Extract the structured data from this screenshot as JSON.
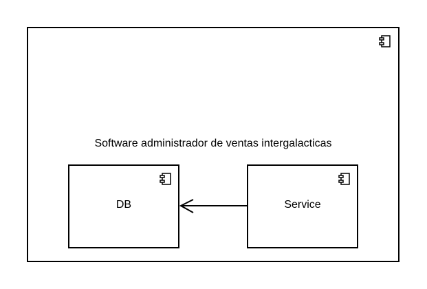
{
  "diagram": {
    "type": "uml-component",
    "components": {
      "outer": {
        "label": "Software administrador de ventas intergalacticas",
        "icon": "component-icon"
      },
      "db": {
        "label": "DB",
        "icon": "component-icon"
      },
      "service": {
        "label": "Service",
        "icon": "component-icon"
      }
    },
    "connectors": [
      {
        "from": "Service",
        "to": "DB",
        "style": "open-arrow"
      }
    ],
    "colors": {
      "stroke": "#000000",
      "fill": "#ffffff",
      "text": "#000000"
    }
  }
}
